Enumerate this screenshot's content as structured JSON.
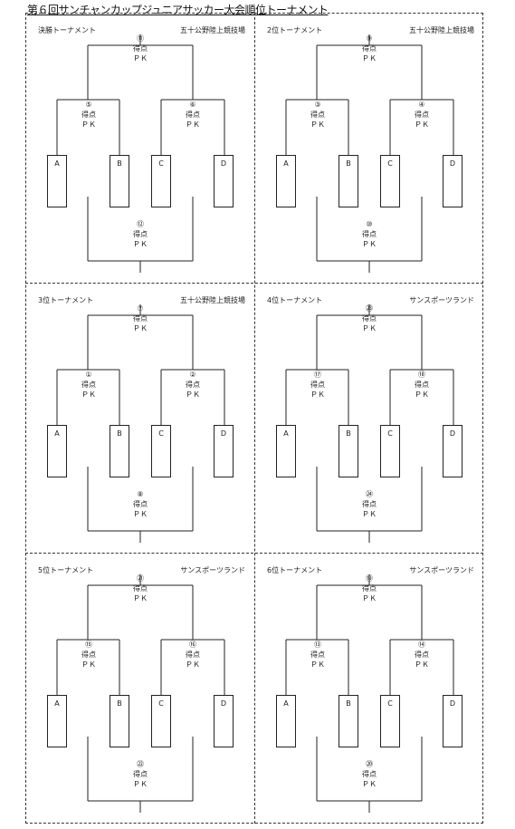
{
  "title": "第６回サンチャンカップジュニアサッカー大会順位トーナメント",
  "labels": {
    "score": "得点",
    "pk": "ＰＫ"
  },
  "panels": [
    {
      "name": "決勝トーナメント",
      "venue": "五十公野陸上競技場",
      "top": "⑪",
      "left": "⑤",
      "right": "⑥",
      "bottom": "⑫",
      "teams": [
        "A",
        "B",
        "C",
        "D"
      ]
    },
    {
      "name": "2位トーナメント",
      "venue": "五十公野陸上競技場",
      "top": "⑨",
      "left": "③",
      "right": "④",
      "bottom": "⑩",
      "teams": [
        "A",
        "B",
        "C",
        "D"
      ]
    },
    {
      "name": "3位トーナメント",
      "venue": "五十公野陸上競技場",
      "top": "⑦",
      "left": "①",
      "right": "②",
      "bottom": "⑧",
      "teams": [
        "A",
        "B",
        "C",
        "D"
      ]
    },
    {
      "name": "4位トーナメント",
      "venue": "サンスポーツランド",
      "top": "㉓",
      "left": "⑰",
      "right": "⑱",
      "bottom": "㉔",
      "teams": [
        "A",
        "B",
        "C",
        "D"
      ]
    },
    {
      "name": "5位トーナメント",
      "venue": "サンスポーツランド",
      "top": "㉑",
      "left": "⑮",
      "right": "⑯",
      "bottom": "㉒",
      "teams": [
        "A",
        "B",
        "C",
        "D"
      ]
    },
    {
      "name": "6位トーナメント",
      "venue": "サンスポーツランド",
      "top": "⑲",
      "left": "⑬",
      "right": "⑭",
      "bottom": "⑳",
      "teams": [
        "A",
        "B",
        "C",
        "D"
      ]
    }
  ]
}
